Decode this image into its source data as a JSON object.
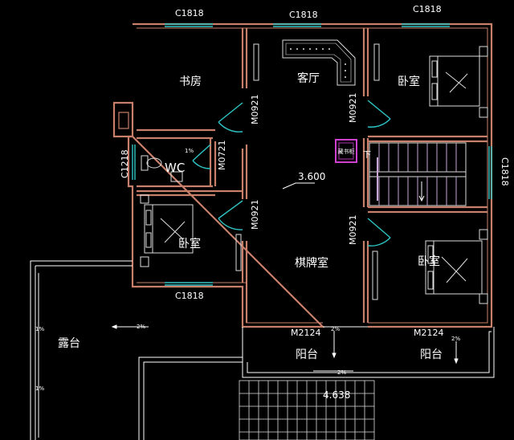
{
  "colors": {
    "background": "#000000",
    "wall": "#c8806a",
    "window": "#2fc4c4",
    "door_arc": "#2fc4c4",
    "line": "#ffffff",
    "stair": "#c9a6d8",
    "marker": "#d040d0",
    "furniture": "#dddddd"
  },
  "rooms": {
    "study": "书房",
    "living": "客厅",
    "bedroom_ne": "卧室",
    "wc": "WC",
    "bedroom_w": "卧室",
    "card_room": "棋牌室",
    "bedroom_se": "卧室",
    "terrace": "露台",
    "balcony_left": "阳台",
    "balcony_right": "阳台"
  },
  "windows": {
    "top_left": "C1818",
    "top_mid": "C1818",
    "top_right": "C1818",
    "left_wc": "C1218",
    "right_stair": "C1818",
    "bottom_bed": "C1818"
  },
  "doors": {
    "study": "M0921",
    "bedroom_ne": "M0921",
    "wc": "M0721",
    "bedroom_w": "M0921",
    "bedroom_se": "M0921",
    "south_left": "M2124",
    "south_right": "M2124"
  },
  "levels": {
    "floor": "3.600",
    "lower": "4.638"
  },
  "slopes": {
    "terrace_h": "2%",
    "terrace_v1": "1%",
    "terrace_v2": "1%",
    "balcony_1": "2%",
    "balcony_2": "2%",
    "balcony_3": "2%",
    "wc": "1%"
  },
  "stair_down": "下",
  "marker": "藏书柜"
}
